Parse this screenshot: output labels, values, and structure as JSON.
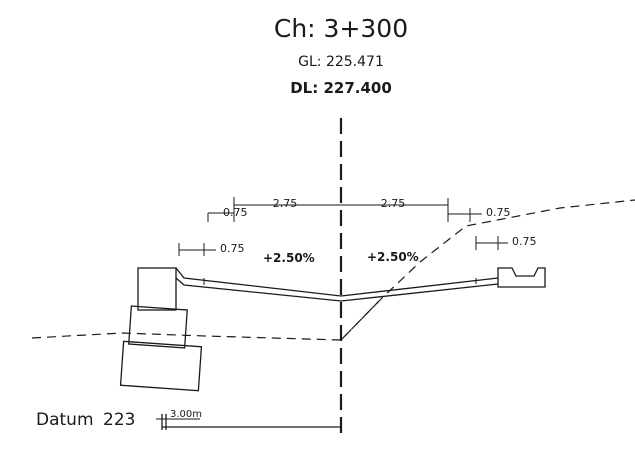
{
  "header": {
    "chainage": "Ch: 3+300",
    "ground_level": "GL: 225.471",
    "design_level": "DL: 227.400"
  },
  "dimensions": {
    "left_lane_width": "2.75",
    "right_lane_width": "2.75",
    "left_inner_shoulder": "0.75",
    "left_outer_shoulder": "0.75",
    "right_shoulder": "0.75",
    "right_drain_offset": "0.75"
  },
  "slopes": {
    "left_camber": "+2.50%",
    "right_camber": "+2.50%"
  },
  "datum": {
    "label": "Datum",
    "value": "223",
    "scale_label": "3.00m"
  }
}
